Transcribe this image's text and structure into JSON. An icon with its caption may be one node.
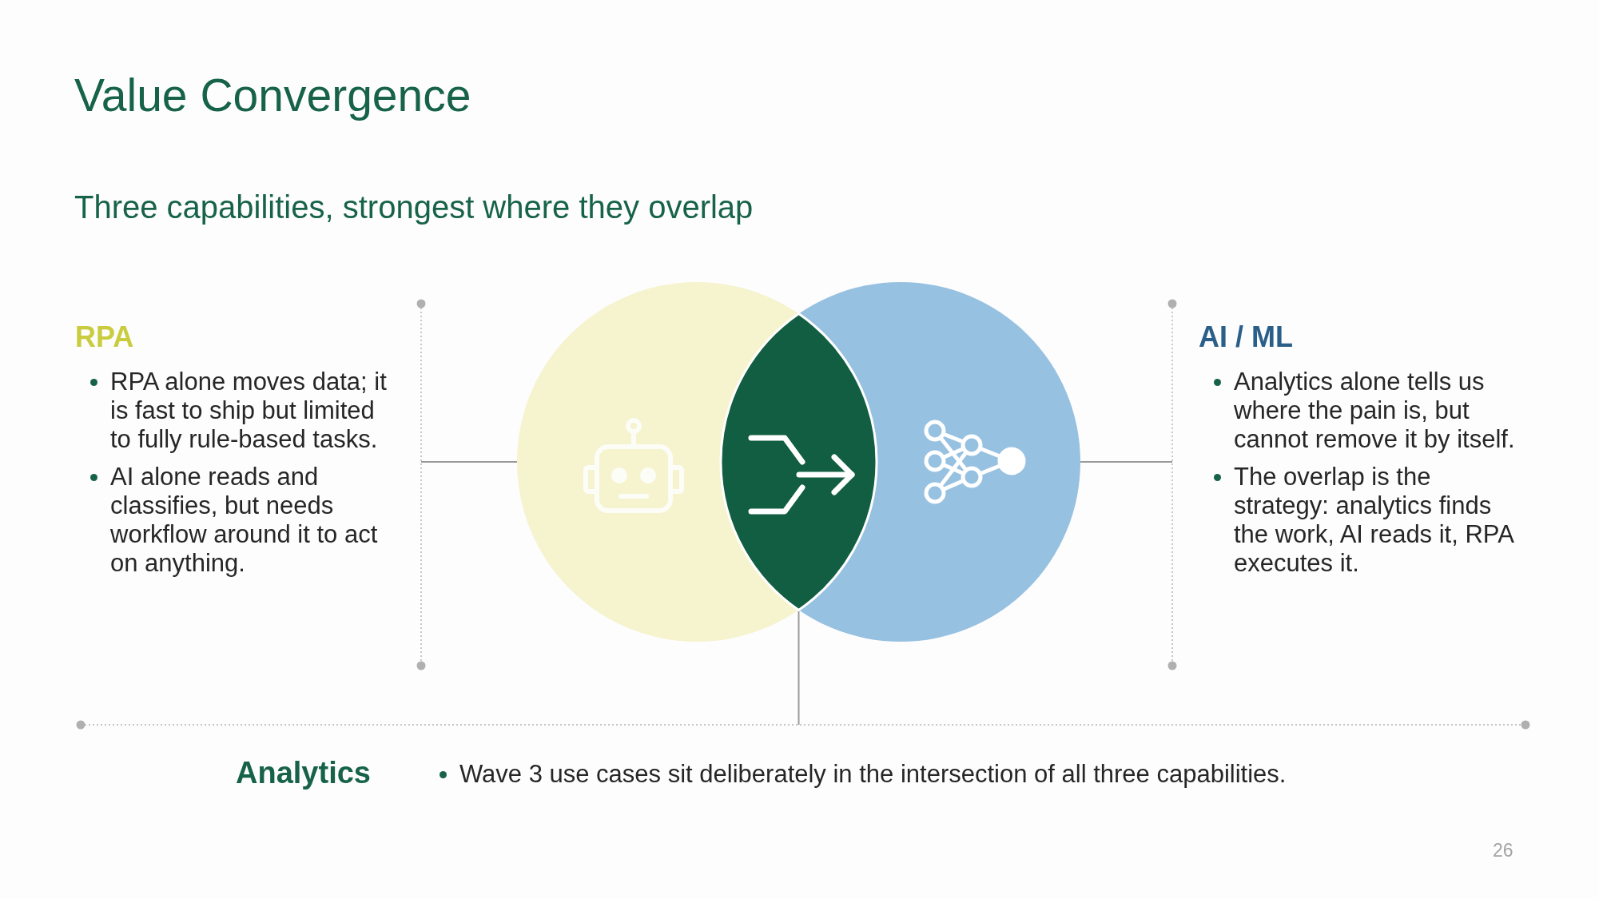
{
  "diagram": {
    "title": "Value Convergence",
    "nodes": [
      {
        "text": [
          "RPA",
          "RPA alone moves data; it is fast to ship but limited to fully rule-based tasks.",
          "AI alone reads and classifies, but needs workflow around it to act on anything."
        ]
      },
      {
        "text": [],
        "shape": "circle"
      },
      {
        "text": [],
        "shape": "lens"
      },
      {
        "text": [],
        "shape": "circle"
      },
      {
        "text": [
          "AI / ML",
          "Analytics alone tells us where the pain is, but cannot remove it by itself.",
          "The overlap is the strategy: analytics finds the work, AI reads it, RPA executes it."
        ]
      },
      {
        "text": [
          "Analytics",
          "Wave 3 use cases sit deliberately in the intersection of all three capabilities."
        ]
      }
    ],
    "edges": [
      {
        "from": 0,
        "to": 1,
        "arrow": "none"
      },
      {
        "from": 4,
        "to": 3,
        "arrow": "none"
      },
      {
        "from": 2,
        "to": 5,
        "arrow": "none"
      }
    ],
    "labels": [
      "Three capabilities, strongest where they overlap",
      "26"
    ]
  }
}
